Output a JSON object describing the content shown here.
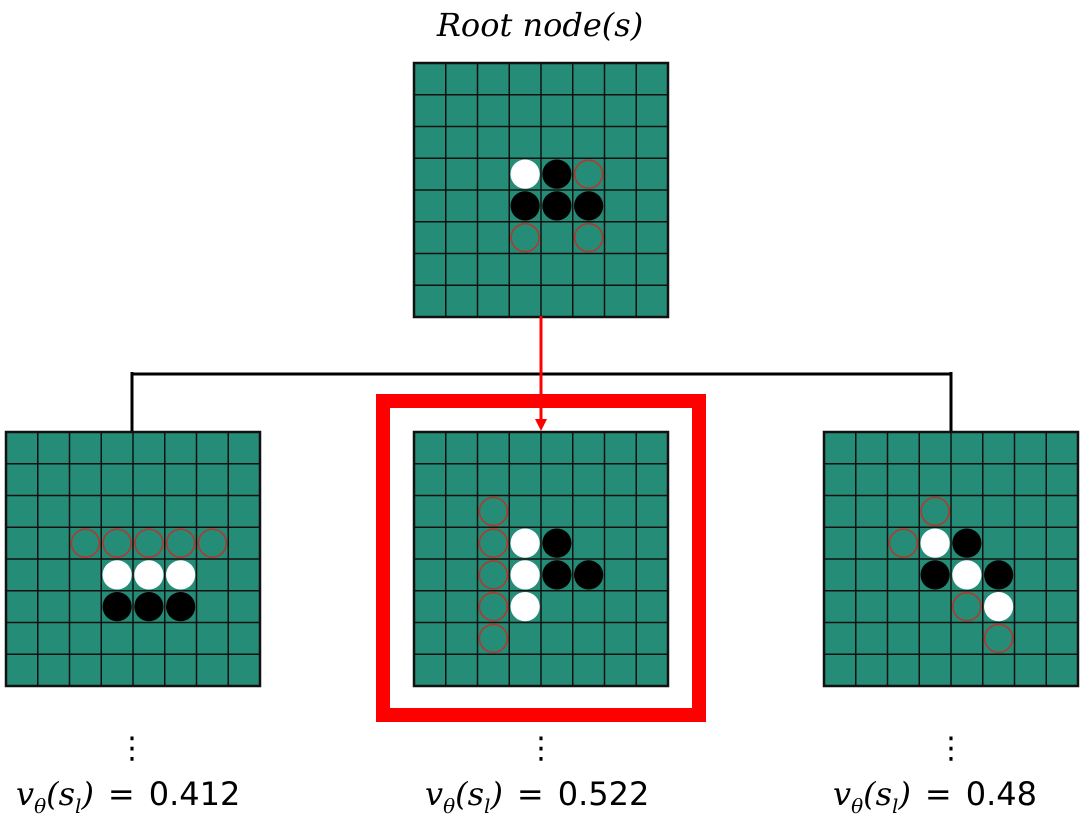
{
  "root": {
    "label": "Root node(s)",
    "board": {
      "white": [
        [
          3,
          3
        ]
      ],
      "black": [
        [
          3,
          4
        ],
        [
          4,
          3
        ],
        [
          4,
          4
        ],
        [
          4,
          5
        ]
      ],
      "moves": [
        [
          3,
          5
        ],
        [
          5,
          3
        ],
        [
          5,
          5
        ]
      ]
    }
  },
  "children": [
    {
      "id": "left",
      "selected": false,
      "board": {
        "white": [
          [
            4,
            3
          ],
          [
            4,
            4
          ],
          [
            4,
            5
          ]
        ],
        "black": [
          [
            5,
            3
          ],
          [
            5,
            4
          ],
          [
            5,
            5
          ]
        ],
        "moves": [
          [
            3,
            2
          ],
          [
            3,
            3
          ],
          [
            3,
            4
          ],
          [
            3,
            5
          ],
          [
            3,
            6
          ]
        ]
      },
      "ellipsis": "⋮",
      "value_prefix": "v",
      "value_sub": "θ",
      "value_arg": "(s",
      "value_arg_sub": "l",
      "value_arg_close": ")",
      "value_eq": "=",
      "value": "0.412"
    },
    {
      "id": "center",
      "selected": true,
      "board": {
        "white": [
          [
            3,
            3
          ],
          [
            4,
            3
          ],
          [
            5,
            3
          ]
        ],
        "black": [
          [
            3,
            4
          ],
          [
            4,
            4
          ],
          [
            4,
            5
          ]
        ],
        "moves": [
          [
            2,
            2
          ],
          [
            3,
            2
          ],
          [
            4,
            2
          ],
          [
            5,
            2
          ],
          [
            6,
            2
          ]
        ]
      },
      "ellipsis": "⋮",
      "value_prefix": "v",
      "value_sub": "θ",
      "value_arg": "(s",
      "value_arg_sub": "l",
      "value_arg_close": ")",
      "value_eq": "=",
      "value": "0.522"
    },
    {
      "id": "right",
      "selected": false,
      "board": {
        "white": [
          [
            3,
            3
          ],
          [
            4,
            4
          ],
          [
            5,
            5
          ]
        ],
        "black": [
          [
            3,
            4
          ],
          [
            4,
            3
          ],
          [
            4,
            5
          ]
        ],
        "moves": [
          [
            2,
            3
          ],
          [
            3,
            2
          ],
          [
            5,
            4
          ],
          [
            6,
            5
          ]
        ]
      },
      "ellipsis": "⋮",
      "value_prefix": "v",
      "value_sub": "θ",
      "value_arg": "(s",
      "value_arg_sub": "l",
      "value_arg_close": ")",
      "value_eq": "=",
      "value": "0.48"
    }
  ],
  "colors": {
    "board": "#258c78",
    "grid": "#111111",
    "white_stone": "#ffffff",
    "black_stone": "#000000",
    "move_marker": "#b03a2e",
    "highlight": "#ff0000",
    "connector": "#000000"
  }
}
